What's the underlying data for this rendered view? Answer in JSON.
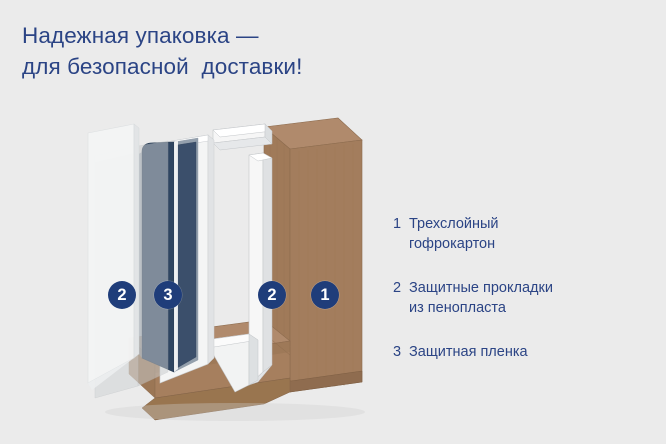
{
  "background_color": "#ebebeb",
  "accent_color": "#2b4485",
  "badge_color": "#1f3d7a",
  "title": {
    "line1": "Надежная упаковка —",
    "line2": "для безопасной  доставки!"
  },
  "illustration": {
    "name": "exploded-packaging-diagram",
    "colors": {
      "cardboard_front": "#9b7655",
      "cardboard_side": "#a98064",
      "cardboard_top": "#ac8568",
      "cardboard_bottom": "#9d7a5b",
      "foam_white": "#f4f4f4",
      "foam_shade": "#dcdcdc",
      "film_translucent": "#d7d9da",
      "device_navy": "#2f4561",
      "device_edge": "#8f9aa8"
    },
    "layers": [
      {
        "name": "outer-foam-sheet",
        "badge": "2"
      },
      {
        "name": "protective-film-sheet",
        "badge": "3"
      },
      {
        "name": "navy-device",
        "badge": null
      },
      {
        "name": "inner-foam-spacer",
        "badge": "2"
      },
      {
        "name": "corrugated-cardboard-box",
        "badge": "1"
      }
    ],
    "badges": [
      {
        "id": "badge-0",
        "label": "2",
        "for": "outer-foam-sheet"
      },
      {
        "id": "badge-1",
        "label": "3",
        "for": "protective-film-sheet"
      },
      {
        "id": "badge-2",
        "label": "2",
        "for": "inner-foam-spacer"
      },
      {
        "id": "badge-3",
        "label": "1",
        "for": "corrugated-cardboard-box"
      }
    ]
  },
  "legend": {
    "items": [
      {
        "number": "1",
        "text": "Трехслойный\nгофрокартон"
      },
      {
        "number": "2",
        "text": "Защитные прокладки\nиз пенопласта"
      },
      {
        "number": "3",
        "text": "Защитная пленка"
      }
    ]
  }
}
